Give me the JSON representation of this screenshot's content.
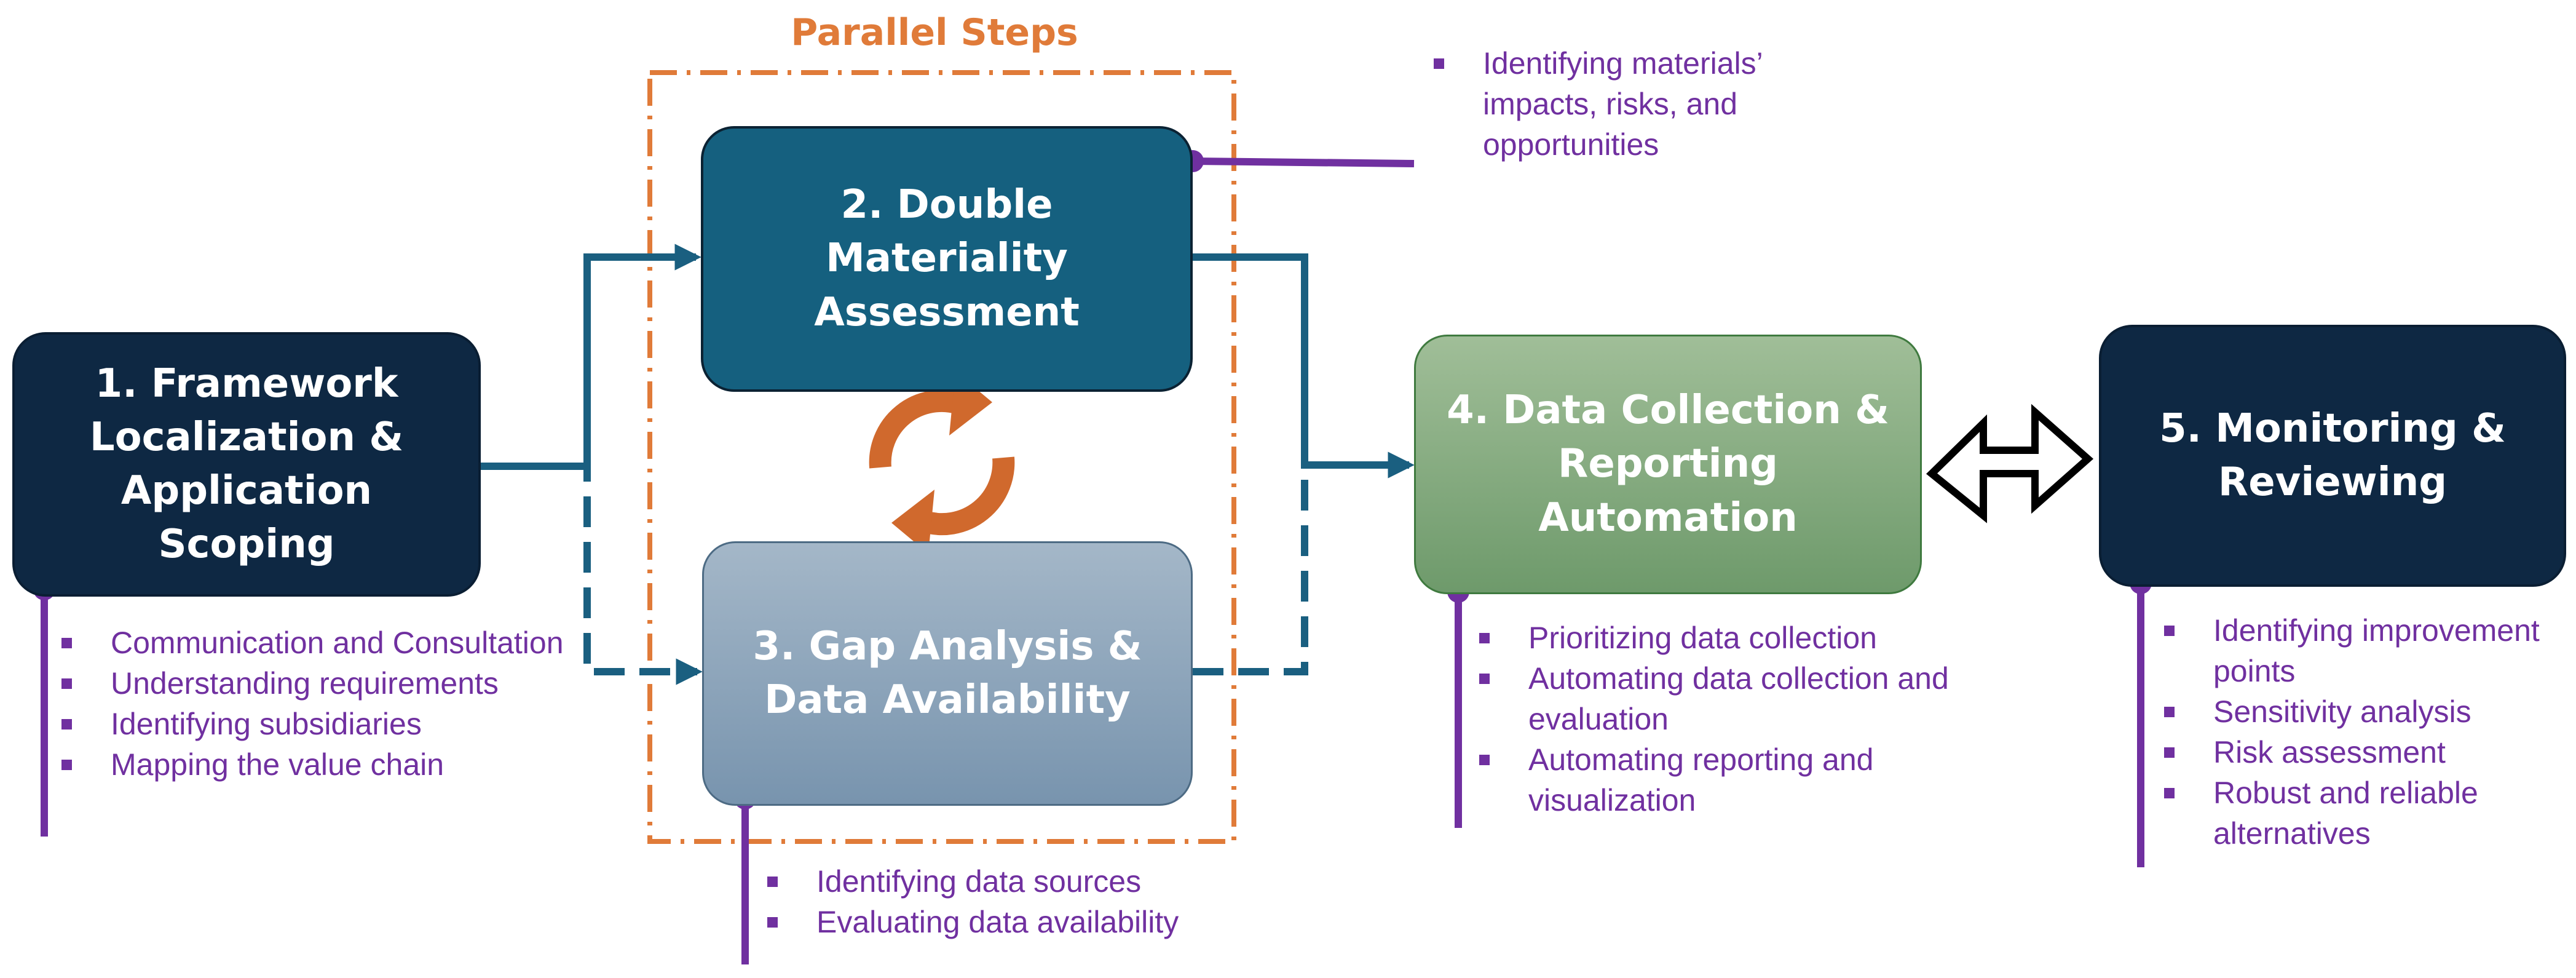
{
  "header": {
    "parallel_steps": "Parallel Steps"
  },
  "steps": [
    {
      "title": "1. Framework\nLocalization &\nApplication Scoping",
      "bullets": [
        "Communication and Consultation",
        "Understanding requirements",
        "Identifying subsidiaries",
        "Mapping the value chain"
      ]
    },
    {
      "title": "2. Double Materiality\nAssessment",
      "bullets": [
        "Identifying materials’ impacts, risks, and opportunities"
      ]
    },
    {
      "title": "3. Gap Analysis &\nData Availability",
      "bullets": [
        "Identifying data sources",
        "Evaluating data availability"
      ]
    },
    {
      "title": "4. Data Collection &\nReporting Automation",
      "bullets": [
        "Prioritizing data collection",
        "Automating data collection and evaluation",
        "Automating reporting and visualization"
      ]
    },
    {
      "title": "5. Monitoring &\nReviewing",
      "bullets": [
        "Identifying improvement points",
        "Sensitivity analysis",
        "Risk assessment",
        "Robust and reliable alternatives"
      ]
    }
  ],
  "colors": {
    "navy": "#0e2843",
    "teal": "#15607f",
    "steel": "#7894ae",
    "green": "#6e9a6b",
    "orange": "#e07b39",
    "purple": "#7030a0",
    "connector": "#1a5f80"
  },
  "icons": [
    "cycle-arrows-icon",
    "bidirectional-arrow-icon"
  ]
}
